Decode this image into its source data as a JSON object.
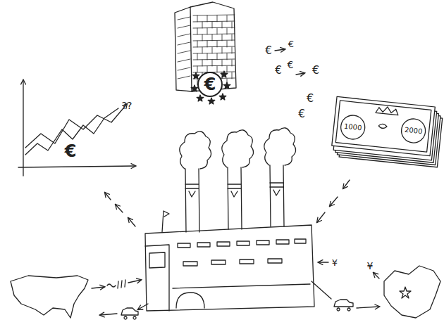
{
  "diagram": {
    "nodes": [
      {
        "text": [
          "€"
        ]
      },
      {
        "text": [
          "€"
        ]
      },
      {
        "text": [
          "1000",
          "2000"
        ]
      }
    ],
    "labels": [
      "??",
      "€",
      "€",
      "€",
      "€",
      "€",
      "€",
      "€",
      "¥",
      "¥"
    ]
  }
}
